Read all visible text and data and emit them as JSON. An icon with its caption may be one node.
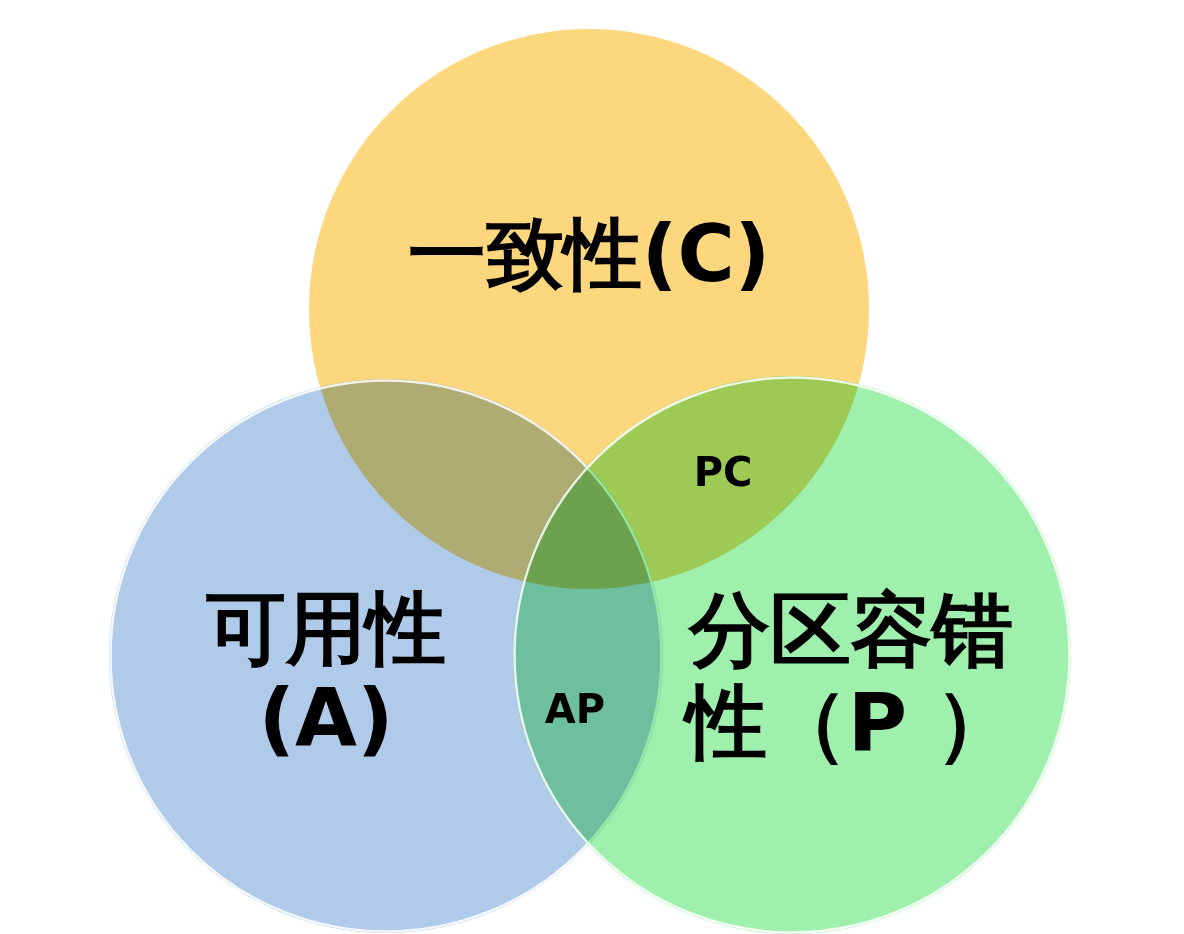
{
  "diagram": {
    "nodes": [
      {
        "text": [
          "一致性(C)"
        ]
      },
      {
        "text": [
          "可用性(A)"
        ]
      },
      {
        "text": [
          "分区容错性（P ）"
        ]
      }
    ],
    "labels": [
      "PC",
      "AP"
    ]
  }
}
